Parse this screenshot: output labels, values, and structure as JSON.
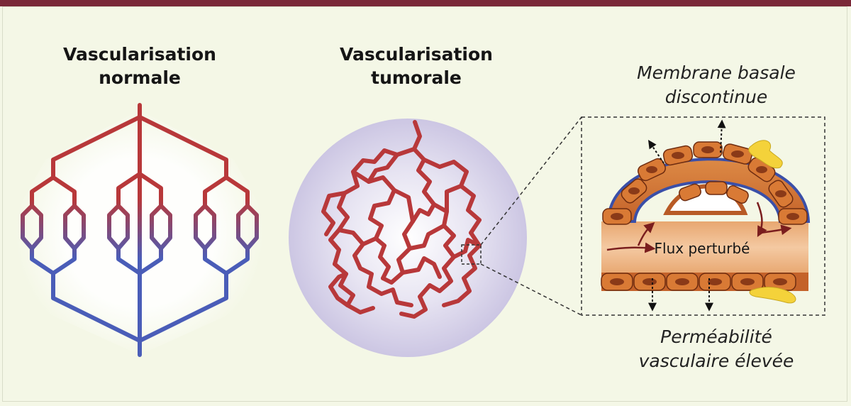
{
  "panels": {
    "normal": {
      "title_line1": "Vascularisation",
      "title_line2": "normale"
    },
    "tumoral": {
      "title_line1": "Vascularisation",
      "title_line2": "tumorale"
    },
    "zoom": {
      "top_label_line1": "Membrane basale",
      "top_label_line2": "discontinue",
      "flow_label": "Flux perturbé",
      "bottom_label_line1": "Perméabilité",
      "bottom_label_line2": "vasculaire élevée"
    }
  },
  "colors": {
    "arterial": "#b8383a",
    "venous": "#4a5db8",
    "header_bar": "#7a2838",
    "background": "#f4f7e6",
    "vessel_wall": "#c8682a",
    "basement_membrane": "#3a4fa8"
  }
}
